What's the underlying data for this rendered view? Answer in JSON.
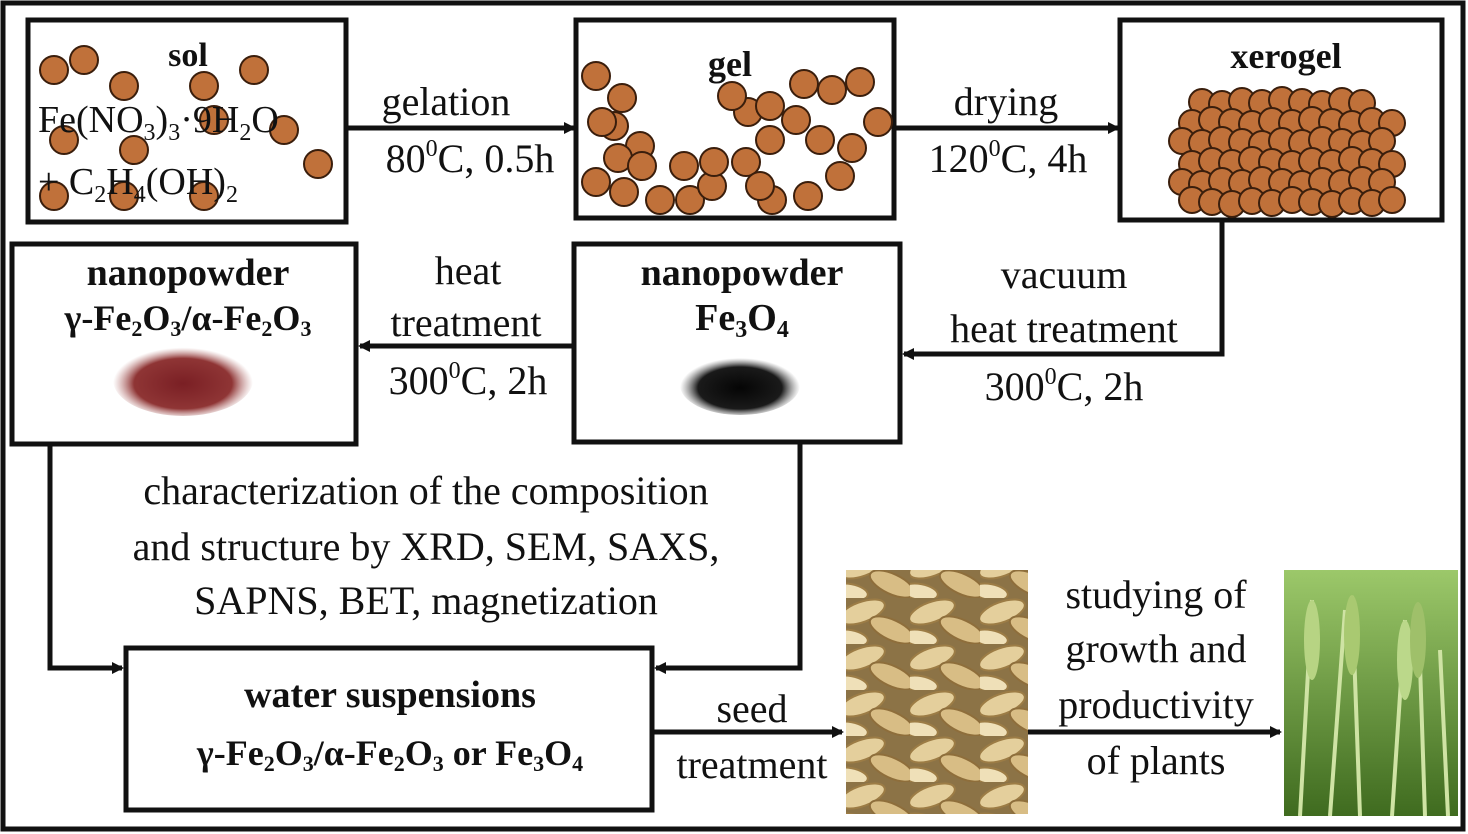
{
  "boxes": {
    "sol": {
      "title": "sol",
      "line1": "Fe(NO",
      "line1_sub1": "3",
      "line1_mid": ")",
      "line1_sub2": "3",
      "line1_end": "·9H",
      "line1_sub3": "2",
      "line1_tail": "O",
      "line2": "+ C",
      "line2_sub1": "2",
      "line2_mid": "H",
      "line2_sub2": "4",
      "line2_end": "(OH)",
      "line2_sub3": "2"
    },
    "gel": {
      "title": "gel"
    },
    "xerogel": {
      "title": "xerogel"
    },
    "fe3o4": {
      "title": "nanopowder",
      "formula": "Fe",
      "formula_sub1": "3",
      "formula_mid": "O",
      "formula_sub2": "4"
    },
    "fe2o3": {
      "title": "nanopowder",
      "formula_a": "γ-Fe",
      "sub_a1": "2",
      "mid_a": "O",
      "sub_a2": "3",
      "sep": "/α-Fe",
      "sub_b1": "2",
      "mid_b": "O",
      "sub_b2": "3"
    },
    "water": {
      "title": "water suspensions",
      "line_a": "γ-Fe",
      "sub_a1": "2",
      "mid_a": "O",
      "sub_a2": "3",
      "sep": "/α-Fe",
      "sub_b1": "2",
      "mid_b": "O",
      "sub_b2": "3",
      "or": " or Fe",
      "sub_c1": "3",
      "mid_c": "O",
      "sub_c2": "4"
    }
  },
  "arrows": {
    "gelation": {
      "line1": "gelation",
      "line2": "80",
      "sup": "0",
      "line2_end": "C, 0.5h"
    },
    "drying": {
      "line1": "drying",
      "line2": "120",
      "sup": "0",
      "line2_end": "C, 4h"
    },
    "vacuum": {
      "line1": "vacuum",
      "line2": "heat treatment",
      "line3": "300",
      "sup": "0",
      "line3_end": "C, 2h"
    },
    "heat": {
      "line1": "heat",
      "line2": "treatment",
      "line3": "300",
      "sup": "0",
      "line3_end": "C, 2h"
    },
    "seed": {
      "line1": "seed",
      "line2": "treatment"
    },
    "study": {
      "line1": "studying of",
      "line2": "growth and",
      "line3": "productivity",
      "line4": "of plants"
    }
  },
  "characterization": {
    "line1": "characterization of the composition",
    "line2": "and structure by XRD, SEM, SAXS,",
    "line3": "SAPNS, BET, magnetization"
  },
  "colors": {
    "particle": "#c0713a",
    "particle_stroke": "#3a1e0c",
    "red_powder": "#8a2a2a",
    "black_powder": "#111111",
    "seeds": "#d9c38f",
    "plants": "#6f9a3c"
  }
}
